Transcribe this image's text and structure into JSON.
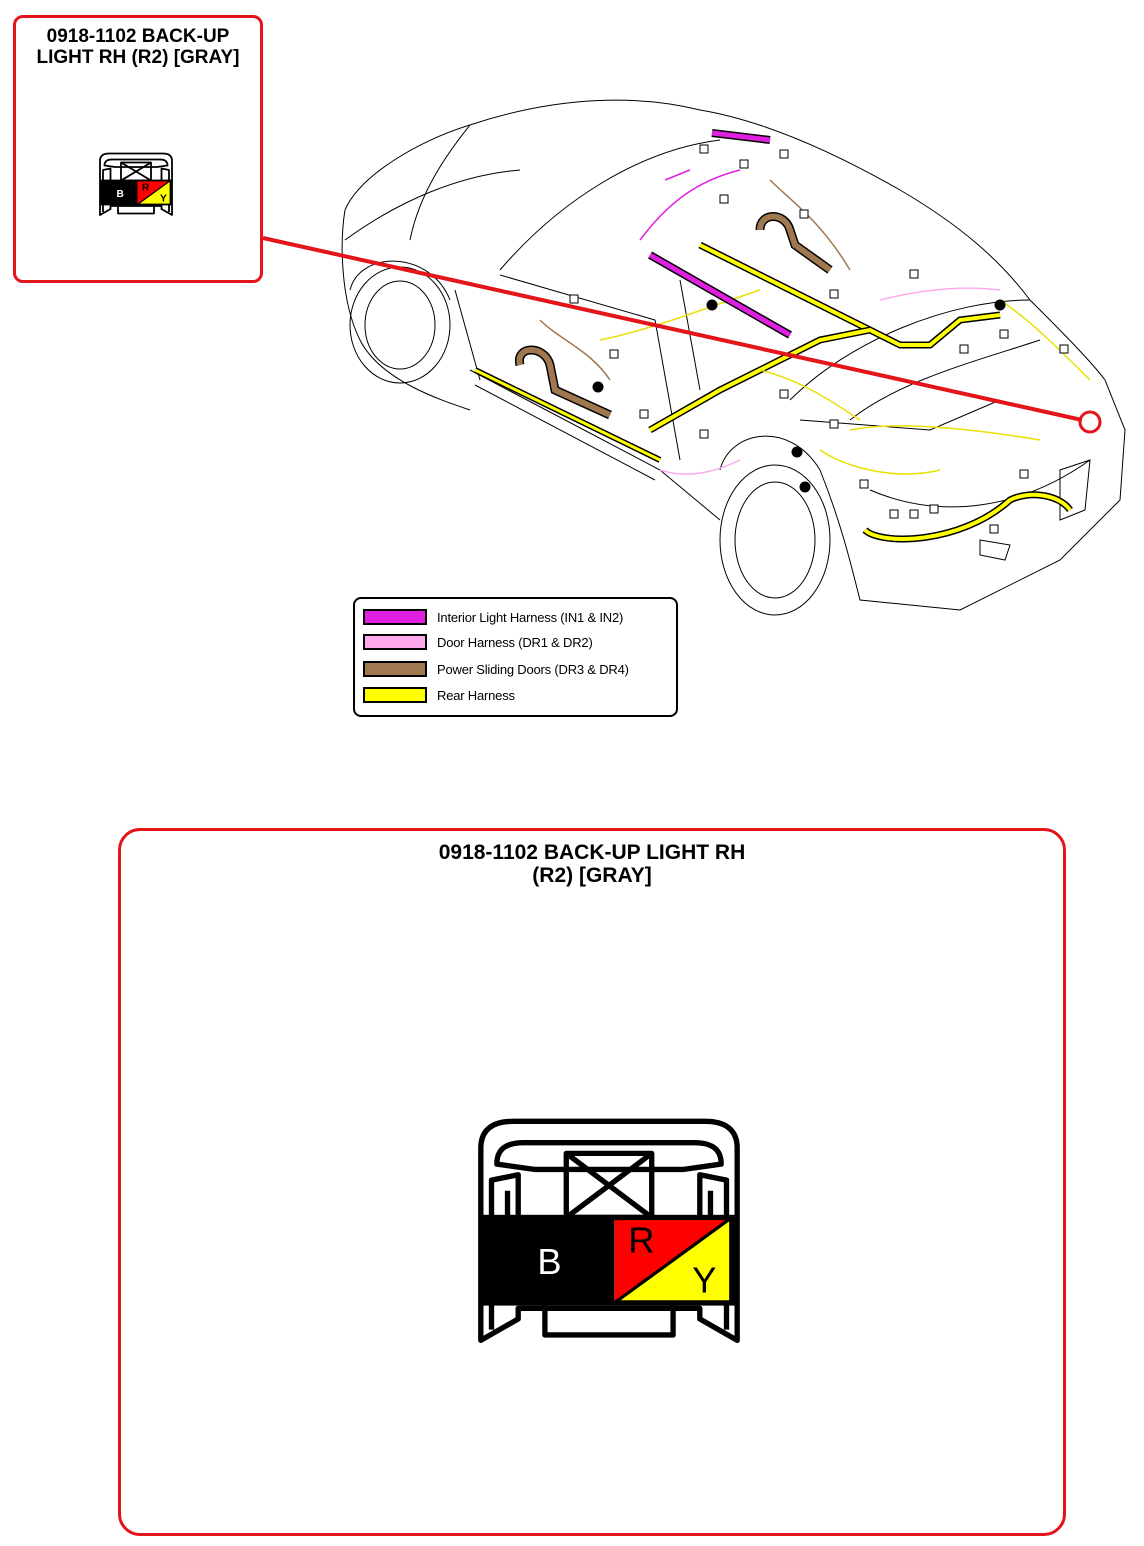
{
  "small_callout": {
    "title_line1": "0918-1102 BACK-UP",
    "title_line2": "LIGHT RH (R2) [GRAY]"
  },
  "large_callout": {
    "title_line1": "0918-1102 BACK-UP LIGHT RH",
    "title_line2": "(R2) [GRAY]"
  },
  "connector": {
    "pins": [
      {
        "letter": "B",
        "color": "#000000",
        "text_color": "#ffffff"
      },
      {
        "letter": "R",
        "color": "#ff0000",
        "text_color": "#000000"
      },
      {
        "letter": "Y",
        "color": "#ffff00",
        "text_color": "#000000"
      }
    ]
  },
  "legend": {
    "items": [
      {
        "label": "Interior Light Harness (IN1 & IN2)",
        "color": "#e020e0"
      },
      {
        "label": "Door Harness (DR1 & DR2)",
        "color": "#ffaaee"
      },
      {
        "label": "Power Sliding Doors (DR3 & DR4)",
        "color": "#a07850"
      },
      {
        "label": "Rear Harness",
        "color": "#ffff00"
      }
    ]
  },
  "colors": {
    "callout_border": "#e3151a",
    "pointer_line": "#e3151a"
  }
}
